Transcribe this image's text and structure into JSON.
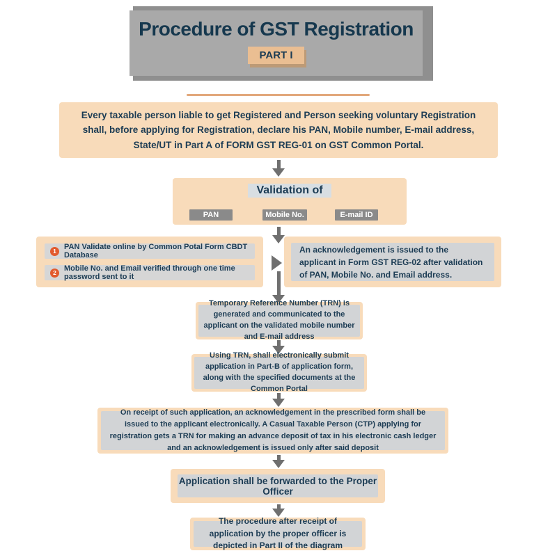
{
  "title": {
    "heading": "Procedure of GST Registration",
    "part_label": "PART I"
  },
  "flow": {
    "intro": "Every taxable person liable to get Registered and Person seeking voluntary Registration shall, before applying for Registration, declare his PAN, Mobile number, E-mail address, State/UT in Part A of FORM GST REG-01 on GST Common Portal.",
    "validation": {
      "heading": "Validation of",
      "items": [
        "PAN",
        "Mobile No.",
        "E-mail ID"
      ]
    },
    "validation_steps": [
      {
        "num": "1",
        "text": "PAN Validate online by Common Potal Form CBDT Database"
      },
      {
        "num": "2",
        "text": "Mobile No. and Email verified through one time password sent to it"
      }
    ],
    "acknowledgement": "An acknowledgement is issued to the applicant in Form GST REG-02 after validation of PAN, Mobile No. and Email address.",
    "trn": "Temporary Reference Number (TRN) is generated and communicated to the applicant on the validated mobile number and E-mail address",
    "using_trn": "Using TRN, shall electronically submit application in Part-B of application form, along with the specified documents at the Common Portal",
    "receipt": "On receipt of such application, an acknowledgement in the prescribed form shall be issued to the applicant electronically. A Casual Taxable Person (CTP) applying for registration gets a TRN for making an advance deposit of tax in his  electronic cash ledger and an acknowledgement is issued only after said deposit",
    "forward": "Application shall be forwarded to the Proper Officer",
    "next_part": "The procedure after receipt of application by the proper officer is depicted in Part II of the diagram"
  },
  "colors": {
    "peach": "#f8dbba",
    "gray_panel": "#d2d4d6",
    "navy_text": "#1c3c54",
    "title_gray": "#a9a9a9",
    "title_shadow": "#8f8f8f",
    "badge_tan": "#eabe92",
    "chip_gray": "#8a8a8a",
    "arrow_gray": "#6f6f6f",
    "step_orange": "#e25a2d",
    "divider_orange": "#e2a87c"
  }
}
